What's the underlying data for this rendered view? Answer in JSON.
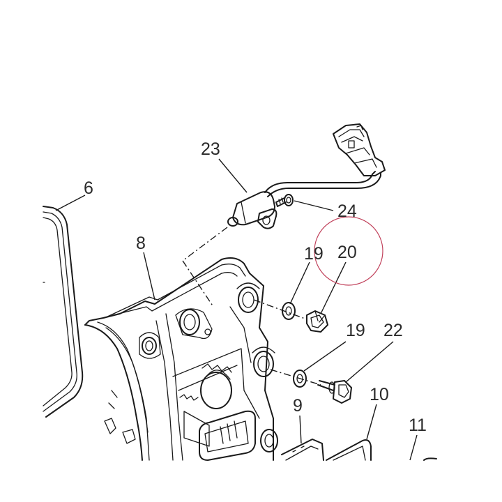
{
  "callouts": {
    "c6": "6",
    "c8": "8",
    "c9": "9",
    "c10": "10",
    "c11": "11",
    "c19a": "19",
    "c19b": "19",
    "c20": "20",
    "c22": "22",
    "c23": "23",
    "c24": "24"
  },
  "highlight": {
    "target_callout": "20",
    "color": "#c0405a"
  },
  "colors": {
    "line": "#1a1a1a",
    "text": "#2a2a2a",
    "background": "#ffffff"
  }
}
